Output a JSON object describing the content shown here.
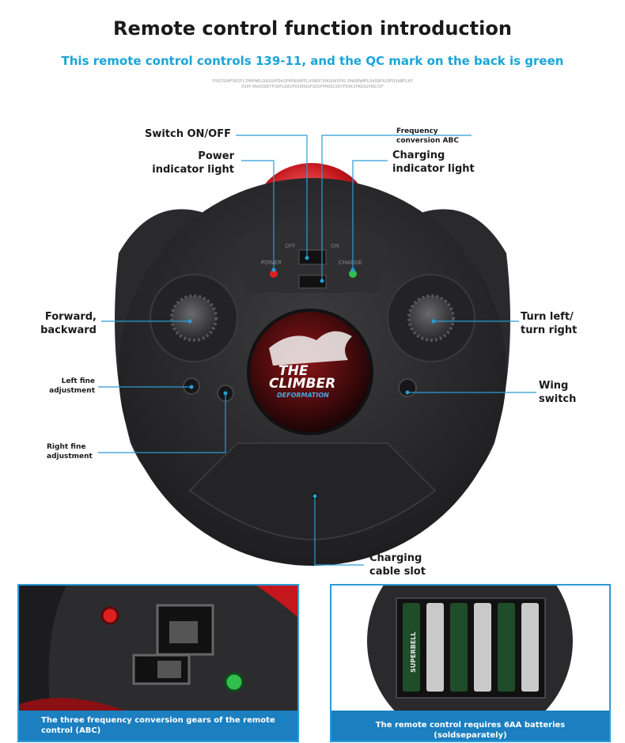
{
  "header": {
    "title": "Remote control function introduction",
    "subtitle": "This remote control controls 139-11, and the QC mark on the back is green",
    "fine_line_1": "FOAISDHFODSFLJHHPWELDASGHFDASFHPAUHEFLASNDFJDASDASFKLJHAUEWHFLDASNFASDFDSANFLKF",
    "fine_line_2": "OSOFJHAOIDEYFUOPLDASFHJDHASFGDSFPHOAISDYFDSKJFKDSGFKDJSF"
  },
  "device_markings": {
    "off": "OFF",
    "on": "ON",
    "power": "POWER",
    "charge": "CHARGE",
    "logo_line_1": "THE",
    "logo_line_2": "CLIMBER",
    "logo_line_3": "DEFORMATION"
  },
  "labels": {
    "switch": "Switch ON/OFF",
    "power_light_1": "Power",
    "power_light_2": "indicator light",
    "freq_1": "Frequency",
    "freq_2": "conversion ABC",
    "charging_light_1": "Charging",
    "charging_light_2": "indicator light",
    "forward_1": "Forward,",
    "forward_2": "backward",
    "turn_1": "Turn left/",
    "turn_2": "turn right",
    "left_fine_1": "Left fine",
    "left_fine_2": "adjustment",
    "wing_1": "Wing",
    "wing_2": "switch",
    "right_fine_1": "Right fine",
    "right_fine_2": "adjustment",
    "cable_1": "Charging",
    "cable_2": "cable slot"
  },
  "panels": {
    "left_caption": "The three frequency conversion gears of the remote control (ABC)",
    "right_caption": "The remote control requires 6AA batteries (soldseparately)",
    "battery_brand": "SUPERBELL"
  },
  "colors": {
    "accent": "#1aa5d8",
    "panel_border": "#2a9cd6",
    "caption_bg": "#1b7fc0",
    "body": "#2b2b2d",
    "dome_red": "#c4161c",
    "led_red": "#e02020",
    "led_green": "#2fbf4a"
  }
}
